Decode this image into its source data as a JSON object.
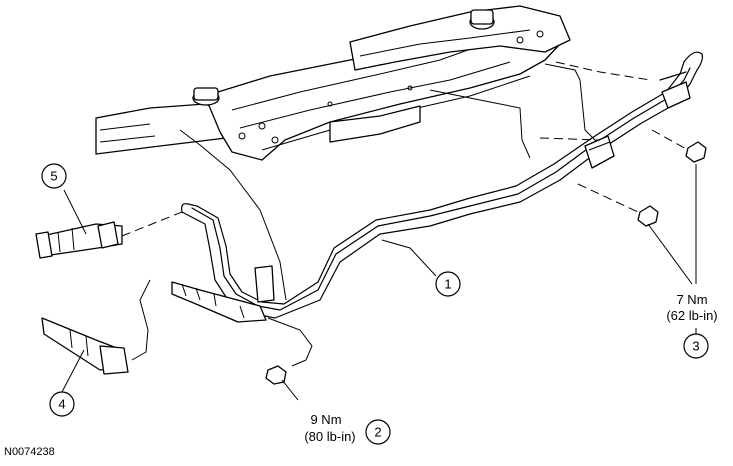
{
  "figure_id": "N0074238",
  "callouts": {
    "c1": "1",
    "c2": "2",
    "c3": "3",
    "c4": "4",
    "c5": "5"
  },
  "torques": {
    "t2": {
      "line1": "9 Nm",
      "line2": "(80 lb-in)"
    },
    "t3": {
      "line1": "7 Nm",
      "line2": "(62 lb-in)"
    }
  }
}
